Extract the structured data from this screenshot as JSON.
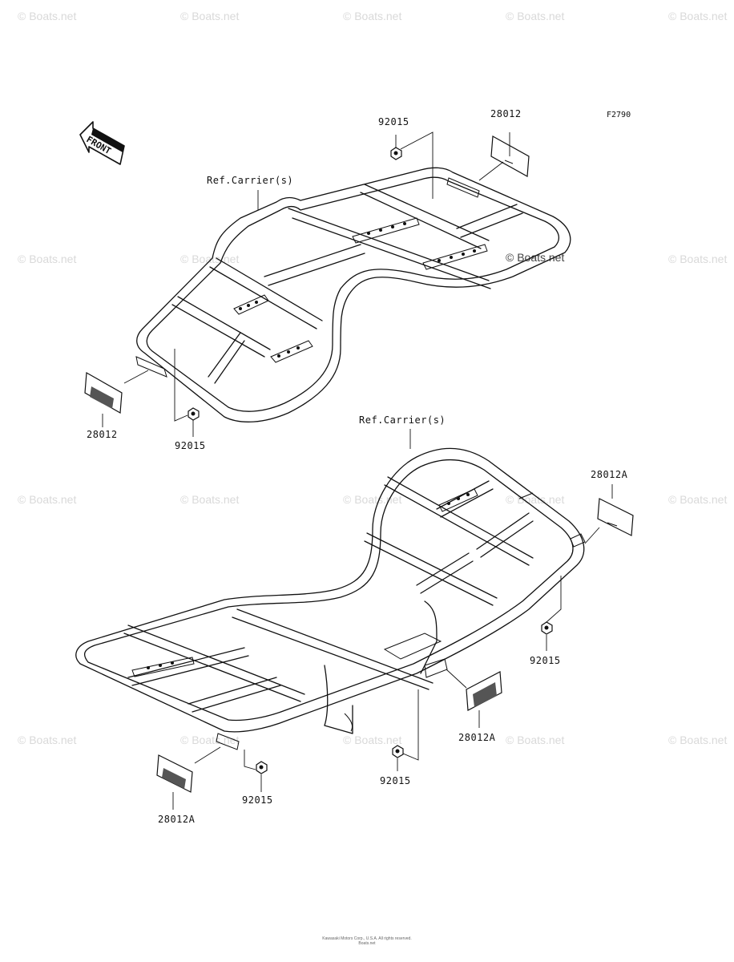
{
  "figure_code": "F2790",
  "watermark_text": "© Boats.net",
  "front_label": "FRONT",
  "callouts": {
    "upper_nut_top": "92015",
    "upper_reflector_top": "28012",
    "upper_carrier_ref": "Ref.Carrier(s)",
    "upper_reflector_left": "28012",
    "upper_nut_bottom": "92015",
    "lower_carrier_ref": "Ref.Carrier(s)",
    "lower_reflector_right_top": "28012A",
    "lower_nut_right": "92015",
    "lower_reflector_right_bottom": "28012A",
    "lower_nut_center": "92015",
    "lower_nut_left": "92015",
    "lower_reflector_left": "28012A"
  },
  "footer": {
    "line1": "Kawasaki Motors Corp., U.S.A. All rights reserved.",
    "line2": "Boats.net"
  },
  "colors": {
    "line": "#111111",
    "watermark": "#d9d9d9",
    "background": "#ffffff"
  }
}
